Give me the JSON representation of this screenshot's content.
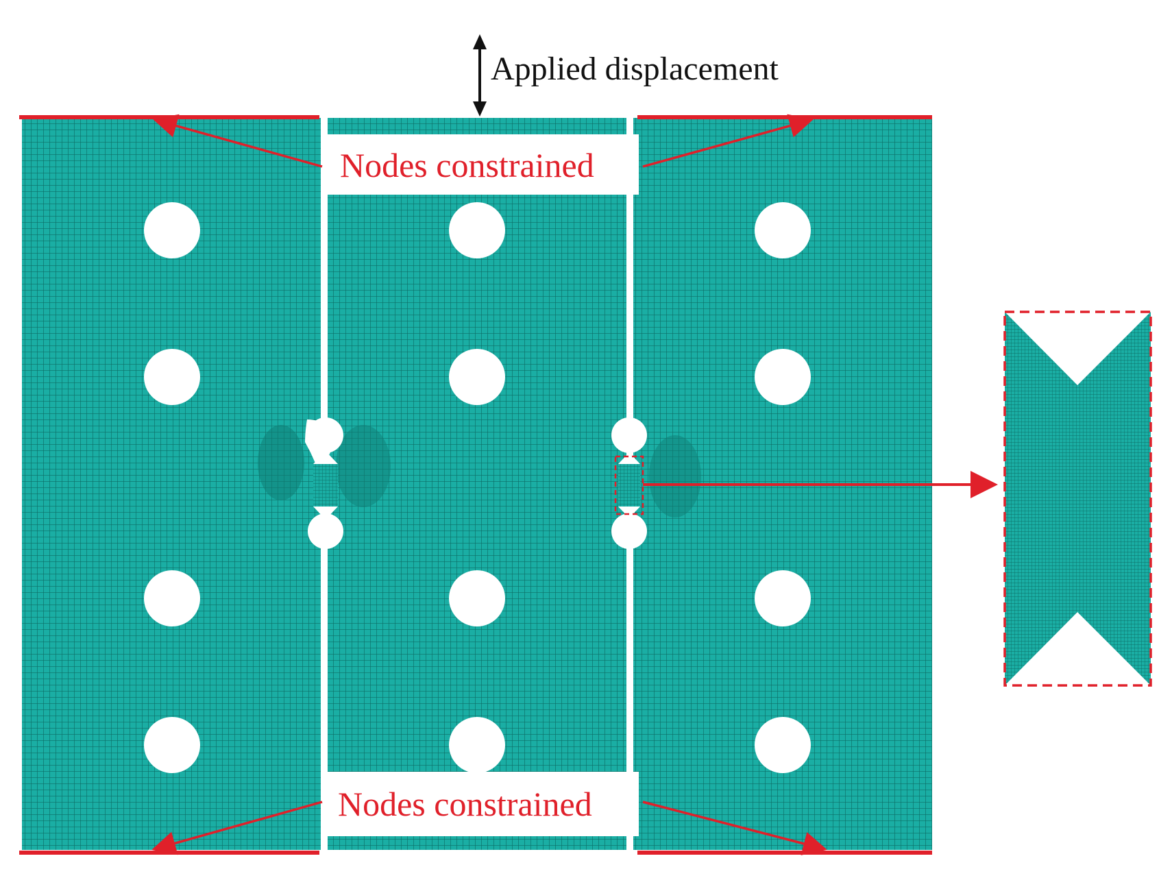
{
  "labels": {
    "applied_displacement": "Applied displacement",
    "nodes_constrained_top": "Nodes constrained",
    "nodes_constrained_bottom": "Nodes constrained"
  },
  "colors": {
    "mesh_fill": "#1aaea4",
    "mesh_line": "#0c6e66",
    "constraint_red": "#e0202a",
    "hole_white": "#ffffff"
  },
  "diagram": {
    "panels": [
      "left-plate",
      "center-plate",
      "right-plate"
    ],
    "holes_per_panel": 4,
    "detail_view": "zoomed-notch-mesh"
  }
}
